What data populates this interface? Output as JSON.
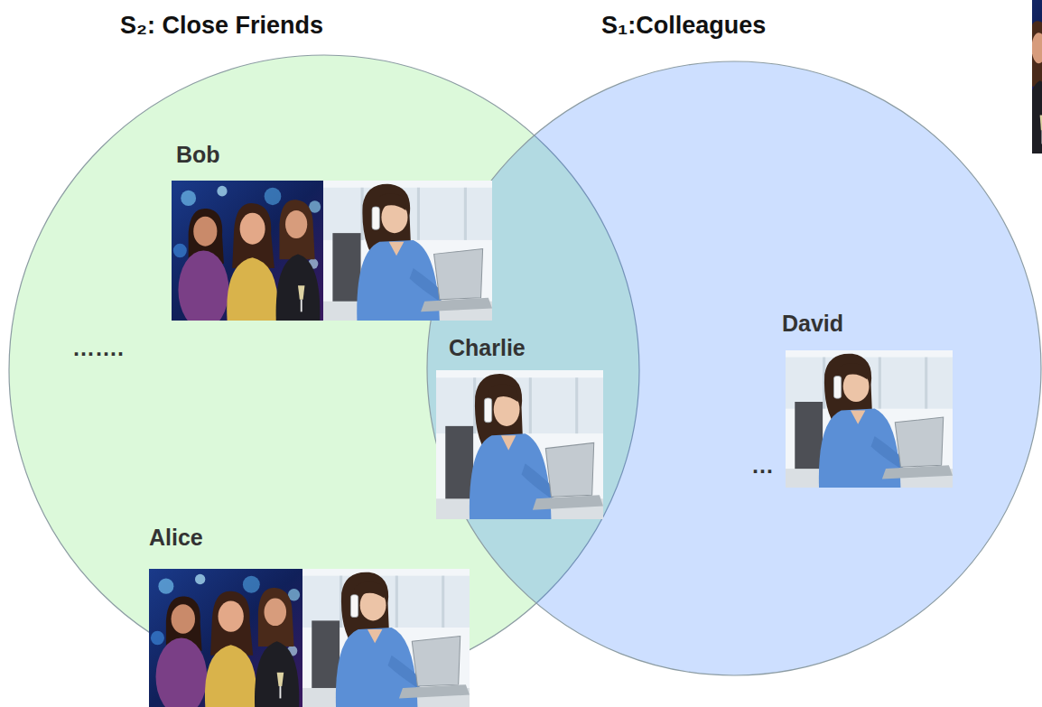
{
  "diagram": {
    "nodes": [
      {
        "text": [
          "S₂: Close Friends",
          "Bob",
          "…….",
          "Alice"
        ]
      },
      {
        "text": [
          "S₁:Colleagues",
          "David",
          "…"
        ]
      }
    ],
    "labels": [
      "Charlie"
    ]
  }
}
